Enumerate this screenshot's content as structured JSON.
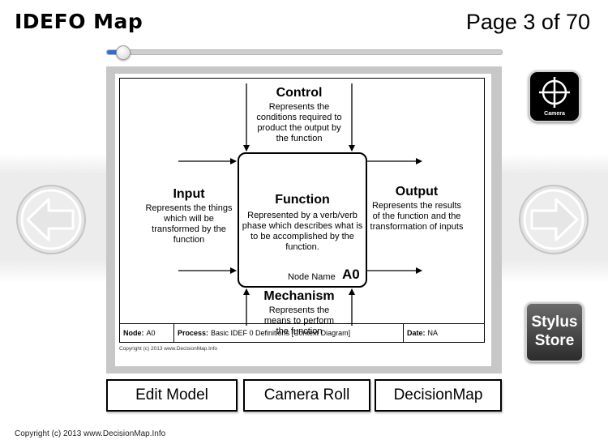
{
  "header": {
    "app_title": "IDEFO Map",
    "page_indicator": "Page 3 of 70"
  },
  "page_slider": {
    "current_page": 3,
    "total_pages": 70,
    "accent_color": "#2f6fd1"
  },
  "diagram": {
    "control": {
      "title": "Control",
      "description": "Represents the conditions required to product the output by the function"
    },
    "input": {
      "title": "Input",
      "description": "Represents the things which will be transformed by the function"
    },
    "output": {
      "title": "Output",
      "description": "Represents the results of the function and the transformation of inputs"
    },
    "mechanism": {
      "title": "Mechanism",
      "description": "Represents the means to perform the function"
    },
    "function": {
      "title": "Function",
      "description": "Represented by a verb/verb phase which describes what is to be accomplished by the function.",
      "node_name_label": "Node Name",
      "node_code": "A0"
    },
    "footer": {
      "node_label": "Node:",
      "node_value": "A0",
      "process_label": "Process:",
      "process_value": "Basic IDEF 0 Definitions [Context Diagram]",
      "date_label": "Date:",
      "date_value": "NA"
    },
    "copyright": "Copyright (c) 2013 www.DecisionMap.Info"
  },
  "side_buttons": {
    "camera_label": "Camera",
    "stylus_line1": "Stylus",
    "stylus_line2": "Store"
  },
  "nav": {
    "prev_icon": "arrow-left-icon",
    "next_icon": "arrow-right-icon"
  },
  "bottom_buttons": {
    "edit_model": "Edit Model",
    "camera_roll": "Camera Roll",
    "decision_map": "DecisionMap"
  },
  "footer": {
    "copyright": "Copyright (c) 2013 www.DecisionMap.Info"
  }
}
